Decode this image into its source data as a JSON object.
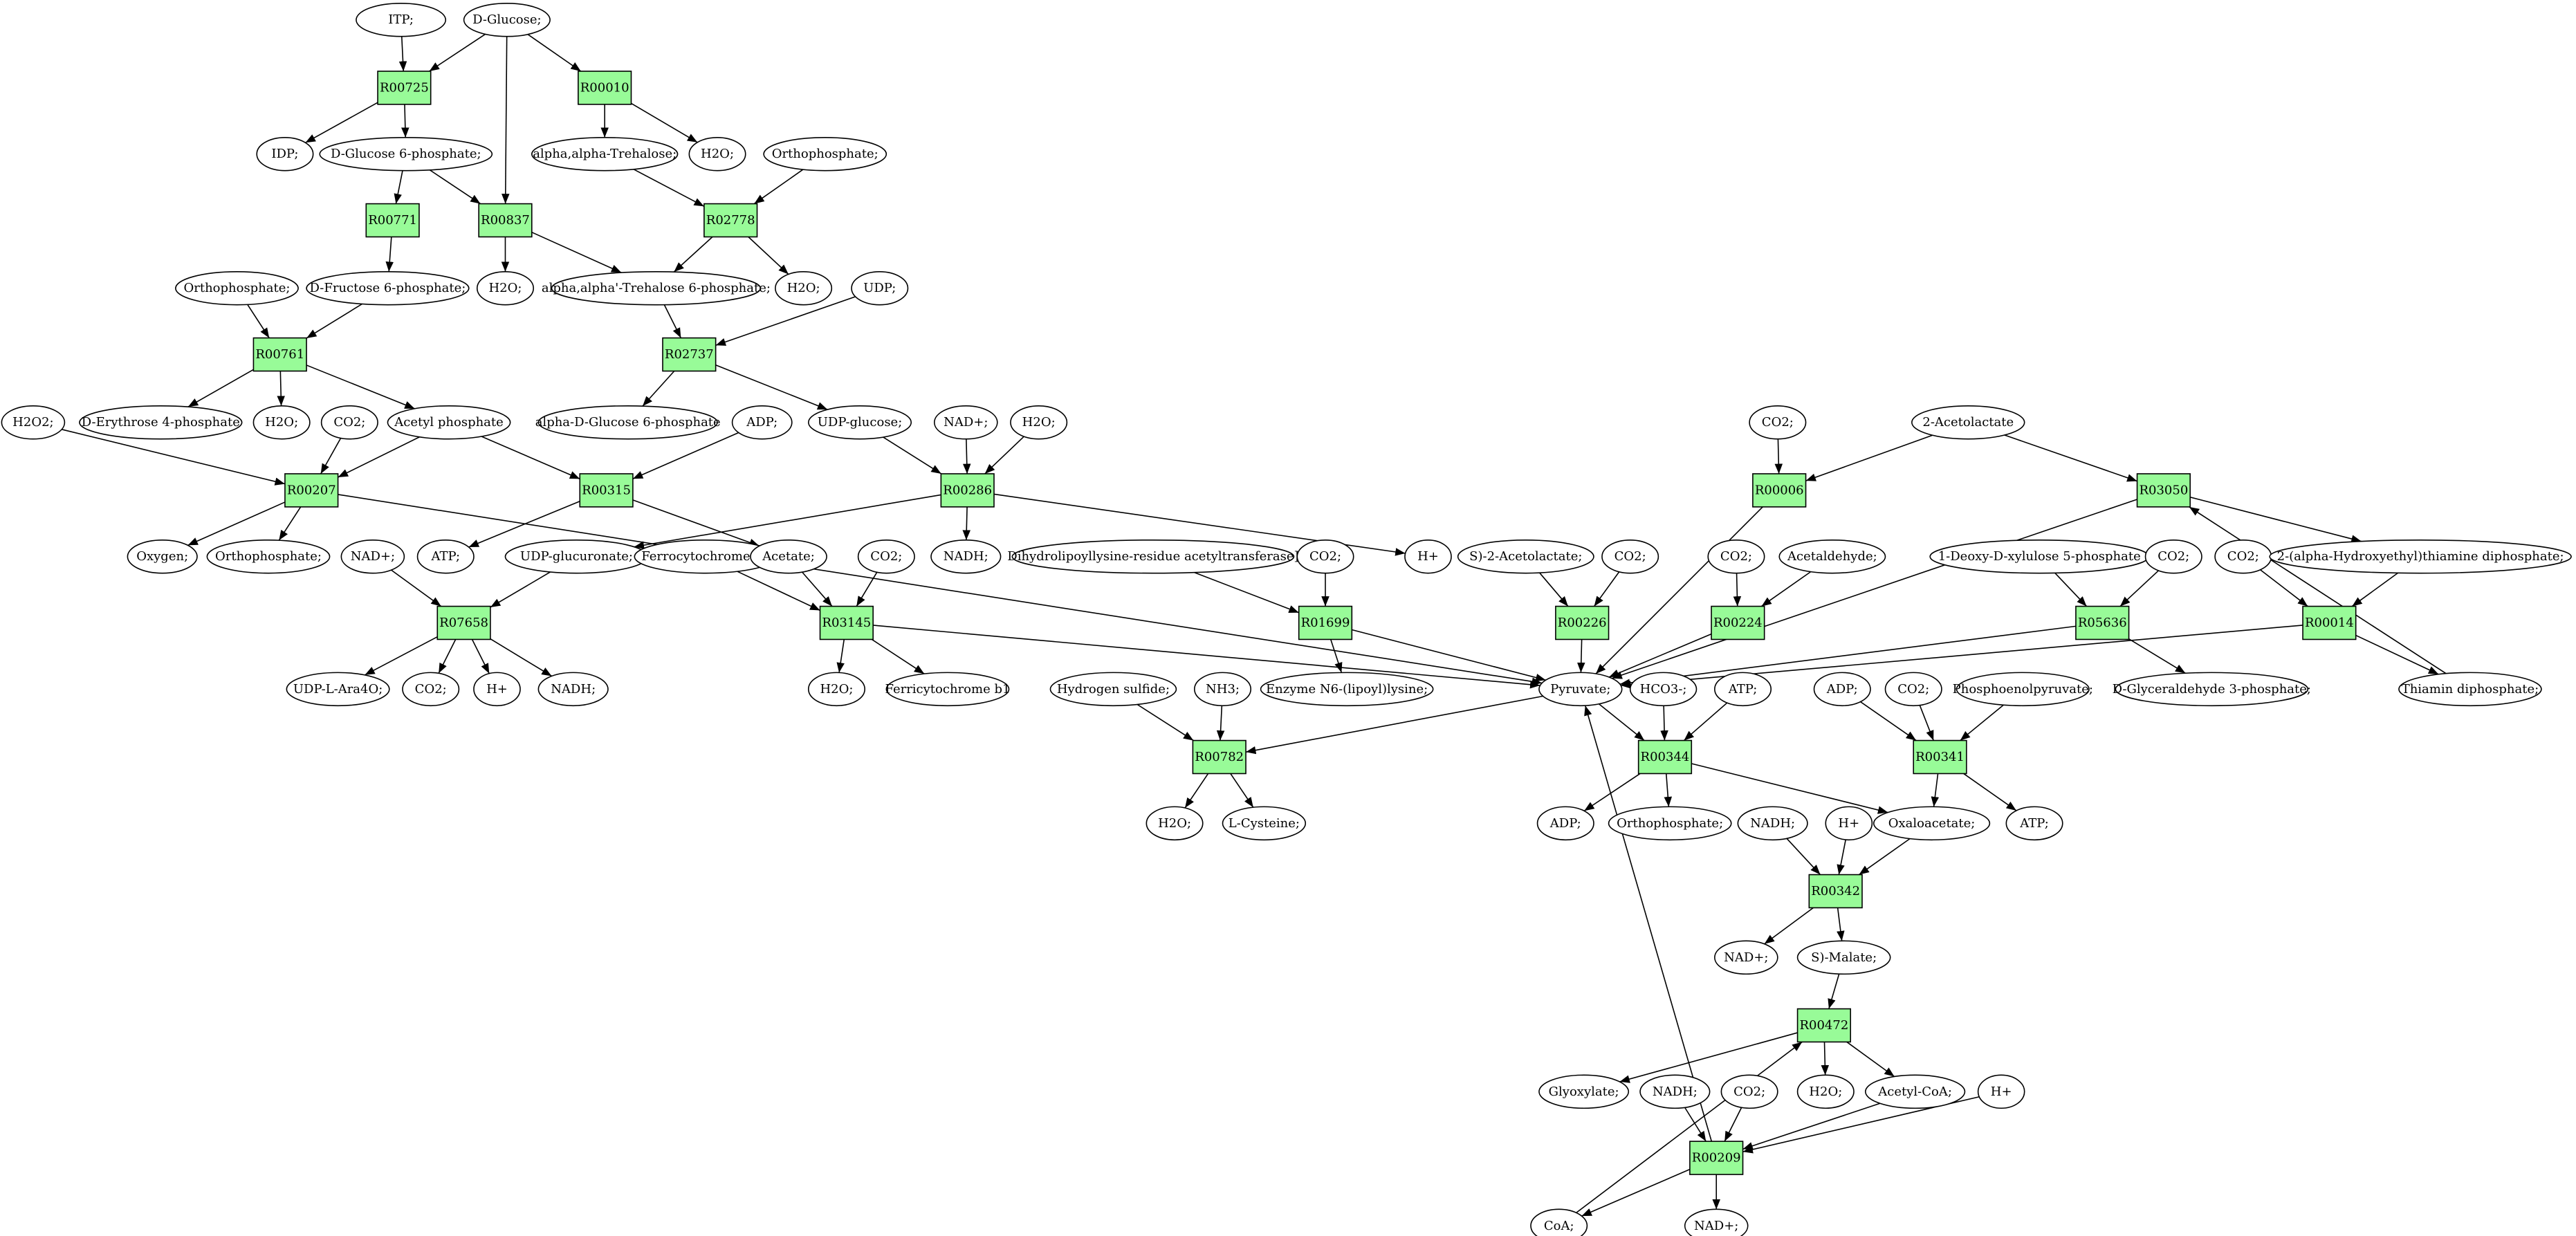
{
  "colors": {
    "reaction_fill": "#98fb98",
    "start_metabolite_fill": "#00ff00",
    "target_metabolite_fill": "#ffff00",
    "metabolite_fill": "#ffffff"
  },
  "metabolites": {
    "itp": "ITP;",
    "glucose": "D-Glucose;",
    "idp": "IDP;",
    "g6p": "D-Glucose 6-phosphate;",
    "trehalose": "alpha,alpha-Trehalose;",
    "h2o_1": "H2O;",
    "orthophosphate_1": "Orthophosphate;",
    "orthophosphate_2": "Orthophosphate;",
    "f6p": "D-Fructose 6-phosphate;",
    "h2o_2": "H2O;",
    "t6p": "alpha,alpha'-Trehalose 6-phosphate;",
    "h2o_3": "H2O;",
    "udp": "UDP;",
    "h2o2": "H2O2;",
    "e4p": "D-Erythrose 4-phosphate",
    "h2o_4": "H2O;",
    "co2_1": "CO2;",
    "acetyl_phosphate": "Acetyl phosphate",
    "ag6p": "alpha-D-Glucose 6-phosphate",
    "adp_1": "ADP;",
    "udp_glucose": "UDP-glucose;",
    "nad_1": "NAD+;",
    "h2o_5": "H2O;",
    "co2_2": "CO2;",
    "acetolactate": "2-Acetolactate",
    "oxygen": "Oxygen;",
    "orthophosphate_3": "Orthophosphate;",
    "nad_2": "NAD+;",
    "atp_1": "ATP;",
    "udp_glucuronate": "UDP-glucuronate;",
    "ferrocytochrome": "Ferrocytochrome b1",
    "acetate": "Acetate;",
    "co2_3": "CO2;",
    "nadh_1": "NADH;",
    "dihydrolipoyllysine": "Dihydrolipoyllysine-residue acetyltransferase]",
    "co2_4": "CO2;",
    "h_1": "H+",
    "s_acetolactate": "S)-2-Acetolactate;",
    "co2_5": "CO2;",
    "co2_6": "CO2;",
    "acetaldehyde": "Acetaldehyde;",
    "deoxyxylulose": "1-Deoxy-D-xylulose 5-phosphate",
    "co2_7": "CO2;",
    "co2_8": "CO2;",
    "hydroxyethyl_tpp": "2-(alpha-Hydroxyethyl)thiamine diphosphate;",
    "udp_ara4o": "UDP-L-Ara4O;",
    "co2_9": "CO2;",
    "h_2": "H+",
    "nadh_2": "NADH;",
    "h2o_6": "H2O;",
    "ferricytochrome": "Ferricytochrome b1",
    "hydrogen_sulfide": "Hydrogen sulfide;",
    "nh3": "NH3;",
    "enzyme_lipoyllysine": "Enzyme N6-(lipoyl)lysine;",
    "pyruvate": "Pyruvate;",
    "hco3": "HCO3-;",
    "atp_2": "ATP;",
    "adp_2": "ADP;",
    "co2_10": "CO2;",
    "pep": "Phosphoenolpyruvate;",
    "gap": "D-Glyceraldehyde 3-phosphate;",
    "thiamin_dp": "Thiamin diphosphate;",
    "h2o_7": "H2O;",
    "cysteine": "L-Cysteine;",
    "adp_3": "ADP;",
    "orthophosphate_4": "Orthophosphate;",
    "nadh_3": "NADH;",
    "h_3": "H+",
    "oxaloacetate": "Oxaloacetate;",
    "atp_3": "ATP;",
    "nad_3": "NAD+;",
    "malate": "S)-Malate;",
    "glyoxylate": "Glyoxylate;",
    "nadh_4": "NADH;",
    "co2_11": "CO2;",
    "h2o_8": "H2O;",
    "acetyl_coa": "Acetyl-CoA;",
    "h_4": "H+",
    "coa": "CoA;",
    "nad_4": "NAD+;"
  },
  "reactions": {
    "r00725": "R00725",
    "r00010": "R00010",
    "r00771": "R00771",
    "r00837": "R00837",
    "r02778": "R02778",
    "r00761": "R00761",
    "r02737": "R02737",
    "r00207": "R00207",
    "r00315": "R00315",
    "r00286": "R00286",
    "r00006": "R00006",
    "r03050": "R03050",
    "r07658": "R07658",
    "r03145": "R03145",
    "r01699": "R01699",
    "r00226": "R00226",
    "r00224": "R00224",
    "r05636": "R05636",
    "r00014": "R00014",
    "r00782": "R00782",
    "r00344": "R00344",
    "r00341": "R00341",
    "r00342": "R00342",
    "r00472": "R00472",
    "r00209": "R00209"
  },
  "edges": [
    [
      "itp",
      "r00725"
    ],
    [
      "glucose",
      "r00725"
    ],
    [
      "glucose",
      "r00837"
    ],
    [
      "glucose",
      "r00010"
    ],
    [
      "r00725",
      "idp"
    ],
    [
      "r00725",
      "g6p"
    ],
    [
      "r00010",
      "trehalose"
    ],
    [
      "r00010",
      "h2o_1"
    ],
    [
      "g6p",
      "r00771"
    ],
    [
      "g6p",
      "r00837"
    ],
    [
      "trehalose",
      "r02778"
    ],
    [
      "orthophosphate_1",
      "r02778"
    ],
    [
      "r00771",
      "f6p"
    ],
    [
      "r00837",
      "h2o_2"
    ],
    [
      "r00837",
      "t6p"
    ],
    [
      "r02778",
      "t6p"
    ],
    [
      "r02778",
      "h2o_3"
    ],
    [
      "orthophosphate_2",
      "r00761"
    ],
    [
      "f6p",
      "r00761"
    ],
    [
      "t6p",
      "r02737"
    ],
    [
      "udp",
      "r02737"
    ],
    [
      "r00761",
      "e4p"
    ],
    [
      "r00761",
      "h2o_4"
    ],
    [
      "r00761",
      "acetyl_phosphate"
    ],
    [
      "r02737",
      "ag6p"
    ],
    [
      "r02737",
      "udp_glucose"
    ],
    [
      "h2o2",
      "r00207"
    ],
    [
      "co2_1",
      "r00207"
    ],
    [
      "acetyl_phosphate",
      "r00207"
    ],
    [
      "acetyl_phosphate",
      "r00315"
    ],
    [
      "adp_1",
      "r00315"
    ],
    [
      "udp_glucose",
      "r00286"
    ],
    [
      "nad_1",
      "r00286"
    ],
    [
      "h2o_5",
      "r00286"
    ],
    [
      "r00207",
      "oxygen"
    ],
    [
      "r00207",
      "orthophosphate_3"
    ],
    [
      "r00207",
      "pyruvate"
    ],
    [
      "r00315",
      "atp_1"
    ],
    [
      "r00315",
      "acetate"
    ],
    [
      "r00286",
      "udp_glucuronate"
    ],
    [
      "r00286",
      "nadh_1"
    ],
    [
      "r00286",
      "h_1"
    ],
    [
      "co2_2",
      "r00006"
    ],
    [
      "acetolactate",
      "r00006"
    ],
    [
      "acetolactate",
      "r03050"
    ],
    [
      "r00006",
      "pyruvate"
    ],
    [
      "r03050",
      "pyruvate"
    ],
    [
      "r03050",
      "hydroxyethyl_tpp"
    ],
    [
      "nad_2",
      "r07658"
    ],
    [
      "udp_glucuronate",
      "r07658"
    ],
    [
      "r07658",
      "udp_ara4o"
    ],
    [
      "r07658",
      "co2_9"
    ],
    [
      "r07658",
      "h_2"
    ],
    [
      "r07658",
      "nadh_2"
    ],
    [
      "ferrocytochrome",
      "r03145"
    ],
    [
      "acetate",
      "r03145"
    ],
    [
      "co2_3",
      "r03145"
    ],
    [
      "r03145",
      "h2o_6"
    ],
    [
      "r03145",
      "ferricytochrome"
    ],
    [
      "r03145",
      "pyruvate"
    ],
    [
      "dihydrolipoyllysine",
      "r01699"
    ],
    [
      "co2_4",
      "r01699"
    ],
    [
      "r01699",
      "enzyme_lipoyllysine"
    ],
    [
      "r01699",
      "pyruvate"
    ],
    [
      "s_acetolactate",
      "r00226"
    ],
    [
      "co2_5",
      "r00226"
    ],
    [
      "r00226",
      "pyruvate"
    ],
    [
      "co2_6",
      "r00224"
    ],
    [
      "acetaldehyde",
      "r00224"
    ],
    [
      "r00224",
      "pyruvate"
    ],
    [
      "deoxyxylulose",
      "r05636"
    ],
    [
      "co2_7",
      "r05636"
    ],
    [
      "r05636",
      "pyruvate"
    ],
    [
      "r05636",
      "gap"
    ],
    [
      "co2_8",
      "r00014"
    ],
    [
      "hydroxyethyl_tpp",
      "r00014"
    ],
    [
      "r00014",
      "pyruvate"
    ],
    [
      "r00014",
      "thiamin_dp"
    ],
    [
      "thiamin_dp",
      "r03050"
    ],
    [
      "hydrogen_sulfide",
      "r00782"
    ],
    [
      "nh3",
      "r00782"
    ],
    [
      "pyruvate",
      "r00782"
    ],
    [
      "r00782",
      "h2o_7"
    ],
    [
      "r00782",
      "cysteine"
    ],
    [
      "pyruvate",
      "r00344"
    ],
    [
      "hco3",
      "r00344"
    ],
    [
      "atp_2",
      "r00344"
    ],
    [
      "r00344",
      "adp_3"
    ],
    [
      "r00344",
      "orthophosphate_4"
    ],
    [
      "r00344",
      "oxaloacetate"
    ],
    [
      "adp_2",
      "r00341"
    ],
    [
      "co2_10",
      "r00341"
    ],
    [
      "pep",
      "r00341"
    ],
    [
      "r00341",
      "oxaloacetate"
    ],
    [
      "r00341",
      "atp_3"
    ],
    [
      "nadh_3",
      "r00342"
    ],
    [
      "h_3",
      "r00342"
    ],
    [
      "oxaloacetate",
      "r00342"
    ],
    [
      "r00342",
      "nad_3"
    ],
    [
      "r00342",
      "malate"
    ],
    [
      "malate",
      "r00472"
    ],
    [
      "coa",
      "r00472"
    ],
    [
      "r00472",
      "glyoxylate"
    ],
    [
      "r00472",
      "h2o_8"
    ],
    [
      "r00472",
      "acetyl_coa"
    ],
    [
      "nadh_4",
      "r00209"
    ],
    [
      "co2_11",
      "r00209"
    ],
    [
      "acetyl_coa",
      "r00209"
    ],
    [
      "h_4",
      "r00209"
    ],
    [
      "r00209",
      "coa"
    ],
    [
      "r00209",
      "nad_4"
    ],
    [
      "r00209",
      "pyruvate"
    ]
  ]
}
